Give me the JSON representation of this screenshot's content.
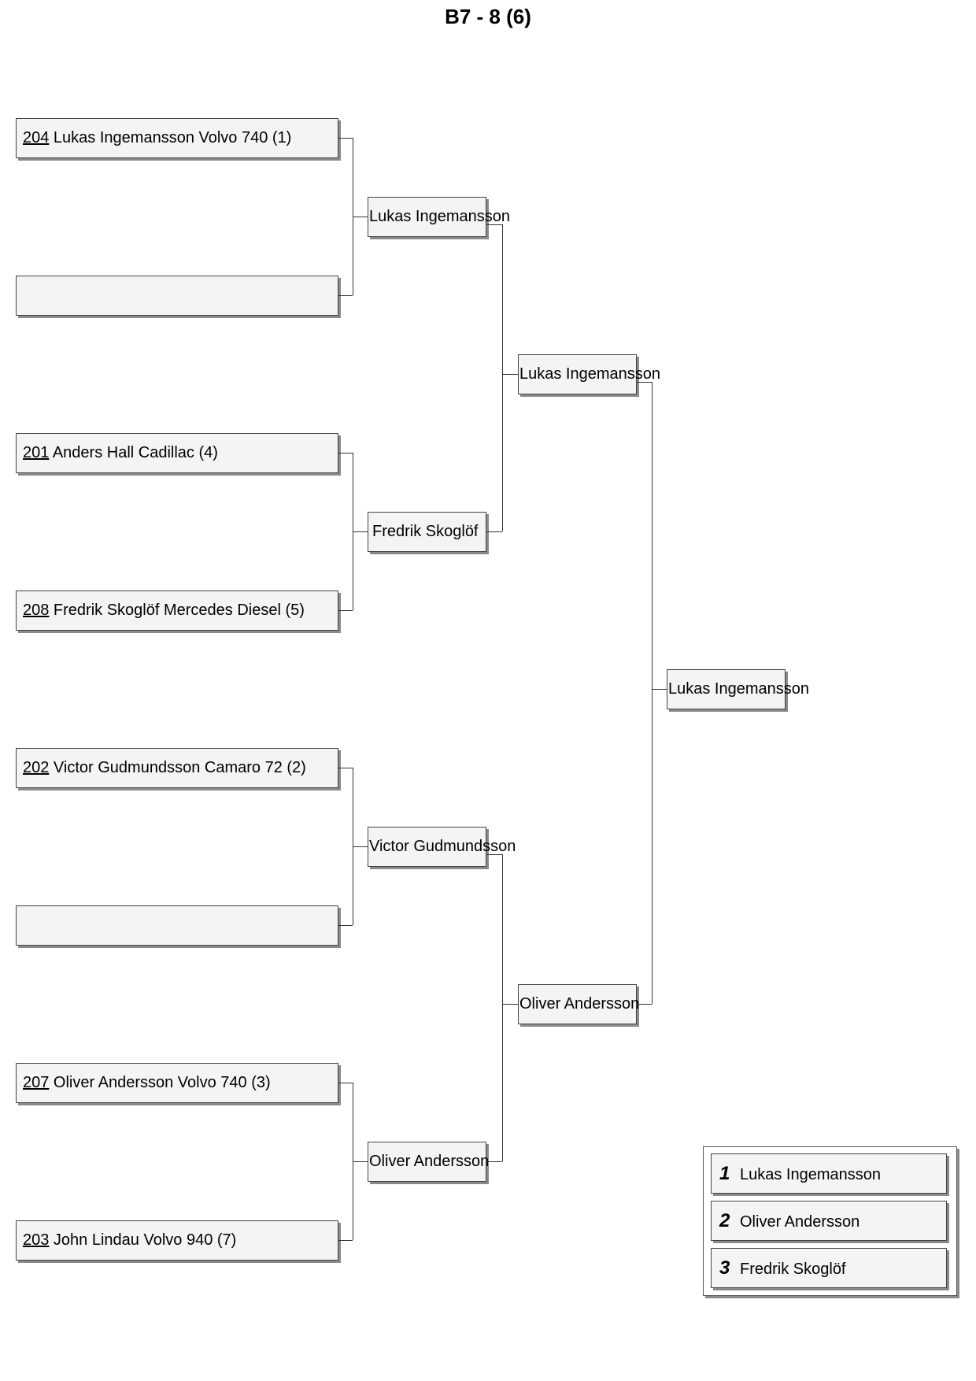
{
  "title": "B7 - 8 (6)",
  "round1": [
    {
      "number": "204",
      "text": " Lukas Ingemansson Volvo 740 (1)"
    },
    {
      "number": "",
      "text": ""
    },
    {
      "number": "201",
      "text": " Anders Hall Cadillac (4)"
    },
    {
      "number": "208",
      "text": " Fredrik Skoglöf Mercedes Diesel (5)"
    },
    {
      "number": "202",
      "text": " Victor Gudmundsson Camaro 72 (2)"
    },
    {
      "number": "",
      "text": ""
    },
    {
      "number": "207",
      "text": " Oliver Andersson Volvo 740 (3)"
    },
    {
      "number": "203",
      "text": " John Lindau Volvo 940 (7)"
    }
  ],
  "round2": [
    "Lukas Ingemansson",
    "Fredrik Skoglöf",
    "Victor Gudmundsson",
    "Oliver Andersson"
  ],
  "round3": [
    "Lukas Ingemansson",
    "Oliver Andersson"
  ],
  "final": [
    "Lukas Ingemansson"
  ],
  "podium": [
    {
      "rank": "1",
      "name": "Lukas Ingemansson"
    },
    {
      "rank": "2",
      "name": "Oliver Andersson"
    },
    {
      "rank": "3",
      "name": "Fredrik Skoglöf"
    }
  ]
}
